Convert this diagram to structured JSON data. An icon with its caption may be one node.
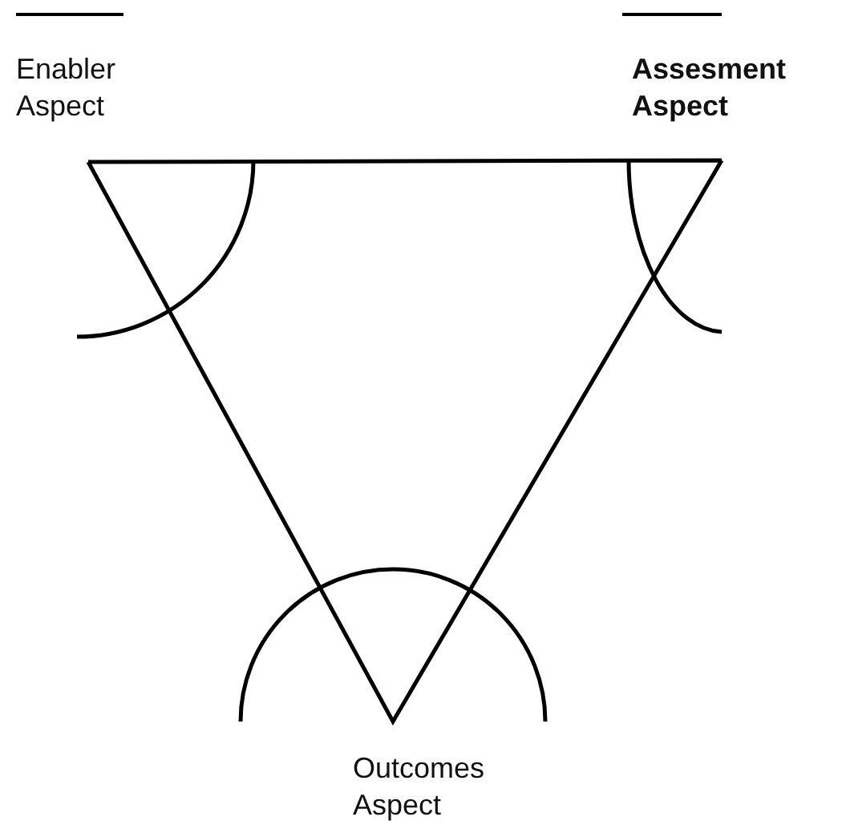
{
  "diagram": {
    "labels": [
      "Enabler Aspect",
      "Assesment Aspect",
      "Outcomes Aspect"
    ]
  }
}
